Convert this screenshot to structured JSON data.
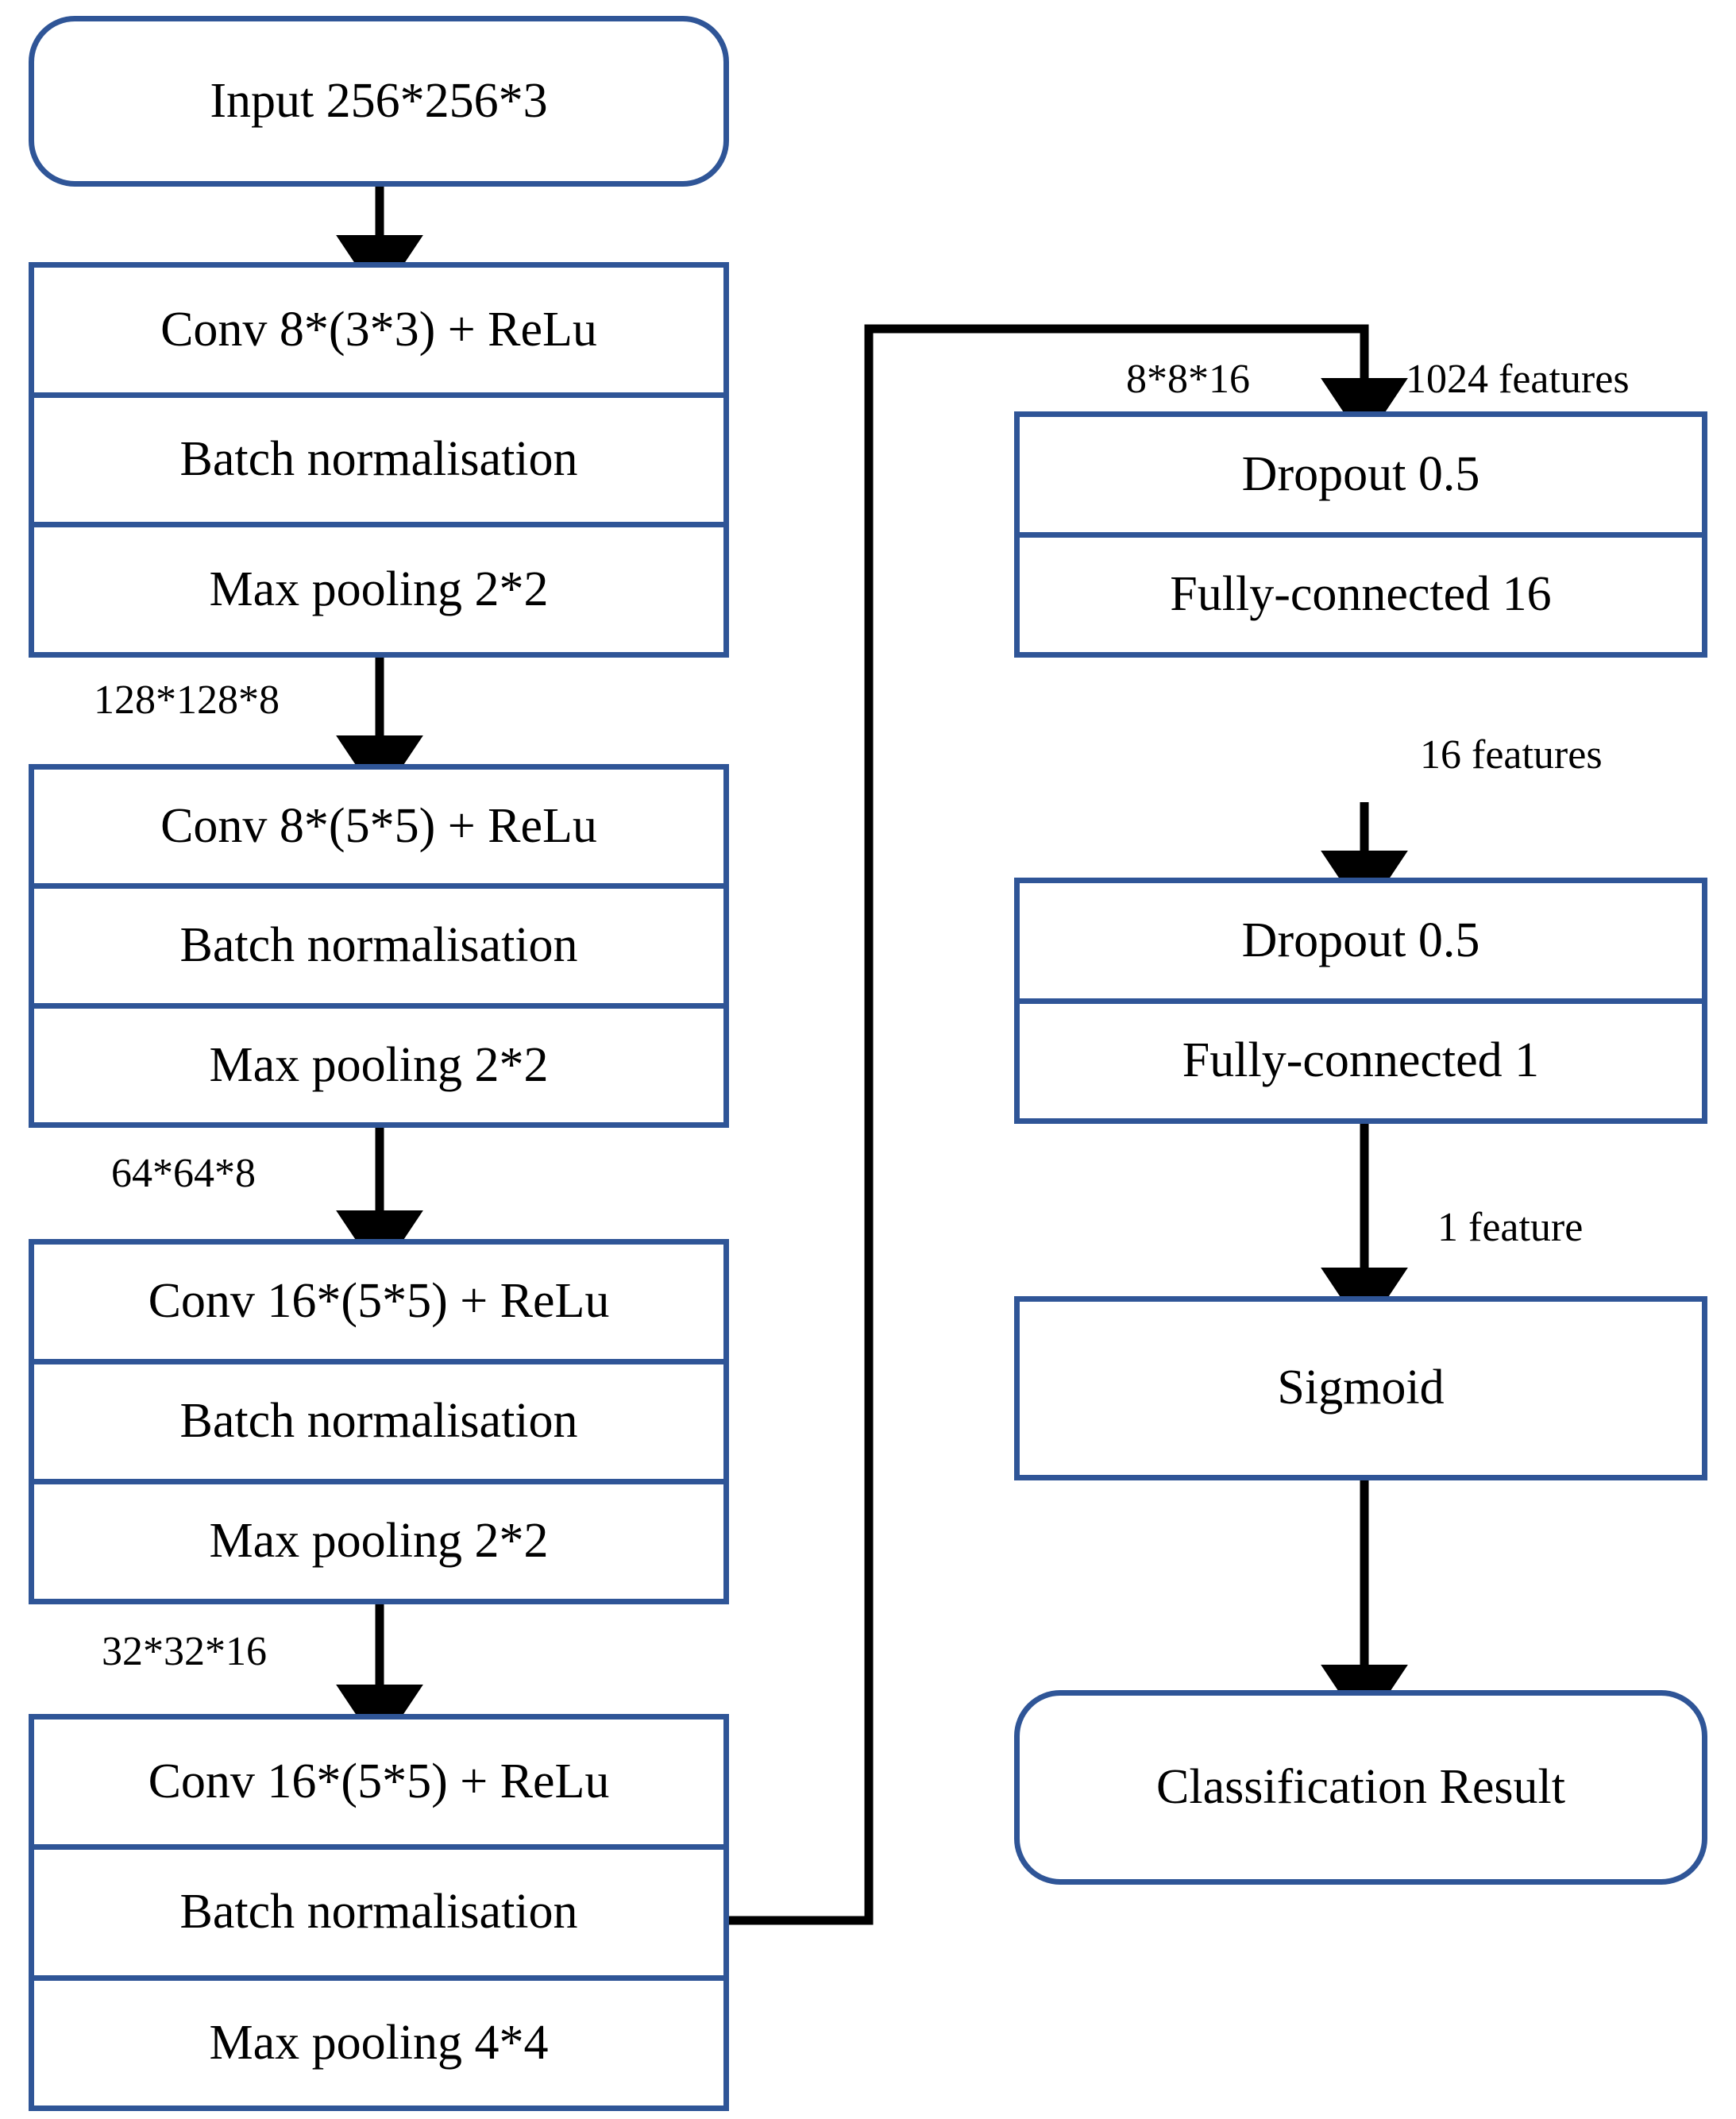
{
  "diagram": {
    "title": "CNN architecture flowchart",
    "colors": {
      "box_border": "#2F5597",
      "connector": "#000000",
      "background": "#FFFFFF",
      "text": "#000000"
    },
    "left_column": {
      "input_node": {
        "label": "Input  256*256*3",
        "shape": "rounded-rectangle"
      },
      "blocks": [
        {
          "id": "conv-block-1",
          "rows": [
            "Conv 8*(3*3) + ReLu",
            "Batch normalisation",
            "Max pooling 2*2"
          ]
        },
        {
          "id": "conv-block-2",
          "rows": [
            "Conv 8*(5*5) + ReLu",
            "Batch normalisation",
            "Max pooling 2*2"
          ]
        },
        {
          "id": "conv-block-3",
          "rows": [
            "Conv 16*(5*5) + ReLu",
            "Batch normalisation",
            "Max pooling 2*2"
          ]
        },
        {
          "id": "conv-block-4",
          "rows": [
            "Conv 16*(5*5) + ReLu",
            "Batch normalisation",
            "Max pooling 4*4"
          ]
        }
      ],
      "edge_labels": [
        "128*128*8",
        "64*64*8",
        "32*32*16"
      ]
    },
    "right_column": {
      "blocks": [
        {
          "id": "dense-block-1",
          "rows": [
            "Dropout 0.5",
            "Fully-connected 16"
          ]
        },
        {
          "id": "dense-block-2",
          "rows": [
            "Dropout 0.5",
            "Fully-connected 1"
          ]
        }
      ],
      "sigmoid_node": {
        "label": "Sigmoid",
        "shape": "rectangle"
      },
      "output_node": {
        "label": "Classification Result",
        "shape": "rounded-rectangle"
      },
      "edge_labels": {
        "feeder_shape": "8*8*16",
        "feeder_features": "1024 features",
        "to_dense_2": "16 features",
        "to_sigmoid": "1 feature"
      }
    }
  }
}
